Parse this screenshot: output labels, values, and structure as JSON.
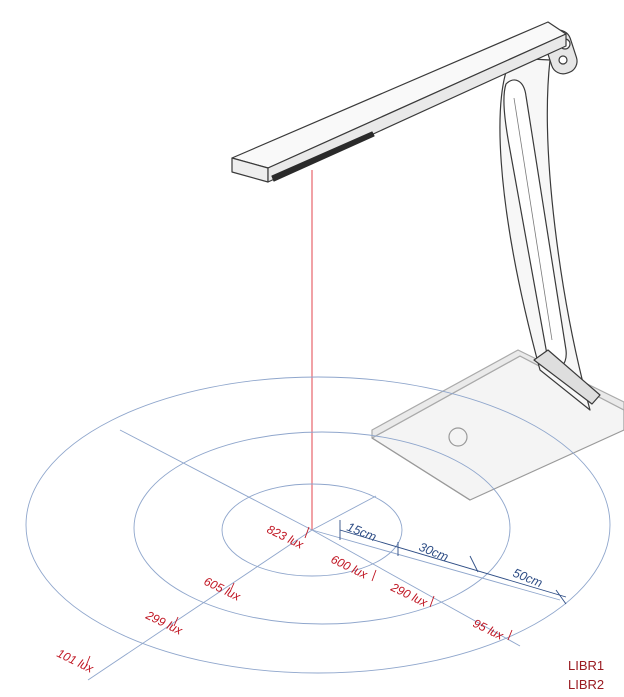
{
  "colors": {
    "rings": "#8fa6cc",
    "lux_text": "#c01522",
    "distance_text": "#2f4e86",
    "beam": "#e0303a",
    "lamp_stroke": "#3a3a3a",
    "model_text": "#9a1a20"
  },
  "icons": {
    "lamp": "desk-lamp-icon"
  },
  "lux_labels": {
    "center": "823 lux",
    "ring15_left": "605 lux",
    "ring15_right": "600 lux",
    "ring30_left": "299 lux",
    "ring30_right": "290 lux",
    "ring50_left": "101 lux",
    "ring50_right": "95 lux"
  },
  "distance_labels": {
    "d15": "15cm",
    "d30": "30cm",
    "d50": "50cm"
  },
  "models": {
    "line1": "LIBR1",
    "line2": "LIBR2"
  }
}
